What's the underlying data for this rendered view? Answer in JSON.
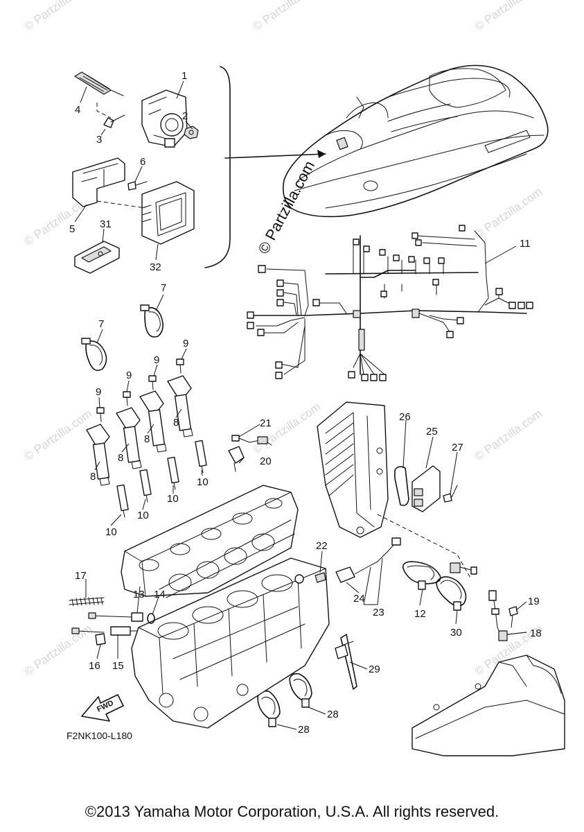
{
  "diagram": {
    "diagram_code": "F2NK100-L180",
    "fwd_label": "FWD",
    "watermark_text": "© Partzilla.com",
    "callouts": [
      "1",
      "2",
      "3",
      "4",
      "5",
      "6",
      "31",
      "32",
      "11",
      "7",
      "7",
      "9",
      "9",
      "9",
      "9",
      "8",
      "8",
      "8",
      "8",
      "21",
      "20",
      "10",
      "10",
      "10",
      "10",
      "26",
      "25",
      "27",
      "22",
      "17",
      "13",
      "14",
      "24",
      "23",
      "12",
      "30",
      "19",
      "18",
      "16",
      "15",
      "29",
      "28",
      "28"
    ]
  },
  "footer": {
    "copyright": "©2013 Yamaha Motor Corporation, U.S.A. All rights reserved."
  }
}
